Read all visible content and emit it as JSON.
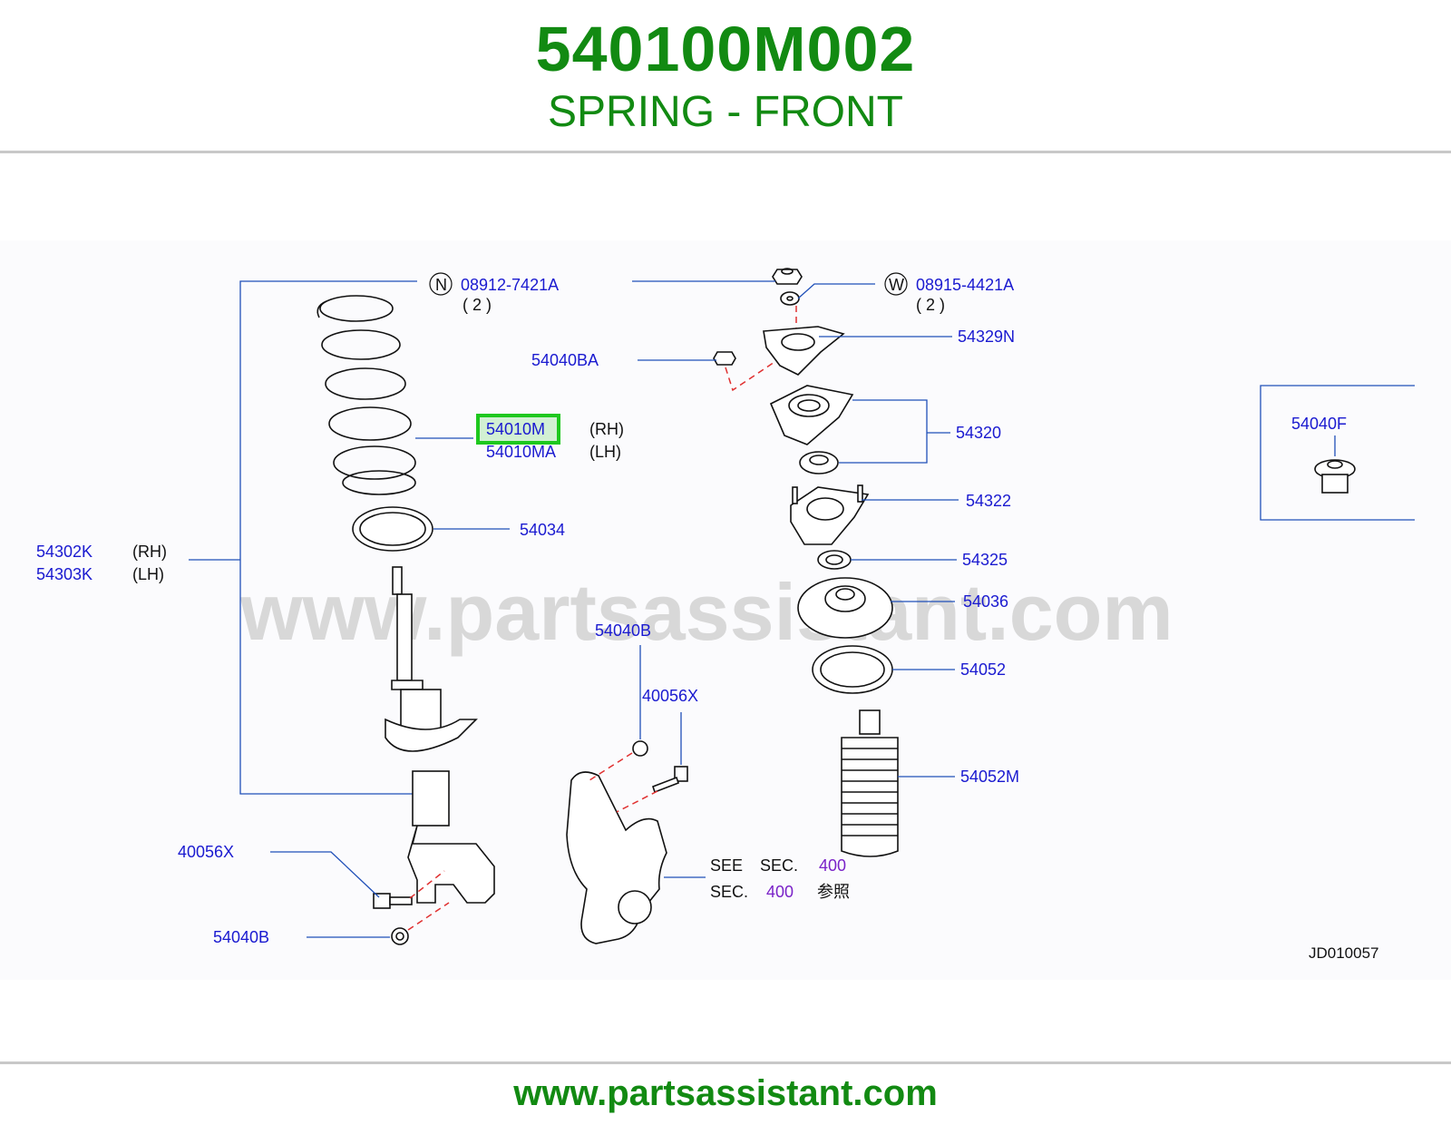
{
  "header": {
    "part_number": "540100M002",
    "part_name": "SPRING - FRONT"
  },
  "footer": {
    "url": "www.partsassistant.com"
  },
  "diagram": {
    "watermark": "www.partsassistant.com",
    "diagram_id": "JD010057",
    "highlight_color": "#1ec81e",
    "labels": {
      "nut_code": "N",
      "nut_part": "08912-7421A",
      "nut_qty": "( 2 )",
      "washer_code": "W",
      "washer_part": "08915-4421A",
      "washer_qty": "( 2 )",
      "p54329n": "54329N",
      "p54040ba": "54040BA",
      "p54010m": "54010M",
      "rh1": "(RH)",
      "p54010ma": "54010MA",
      "lh1": "(LH)",
      "p54320": "54320",
      "p54322": "54322",
      "p54034": "54034",
      "p54302k": "54302K",
      "rh2": "(RH)",
      "p54303k": "54303K",
      "lh2": "(LH)",
      "p54325": "54325",
      "p54036": "54036",
      "p54040b_top": "54040B",
      "p54052": "54052",
      "p40056x_top": "40056X",
      "p54052m": "54052M",
      "p40056x_bottom": "40056X",
      "see": "SEE",
      "sec1": "SEC.",
      "sec_num1": "400",
      "sec2": "SEC.",
      "sec_num2": "400",
      "ref_jp": "参照",
      "p54040b_bottom": "54040B",
      "p54040f": "54040F"
    }
  }
}
